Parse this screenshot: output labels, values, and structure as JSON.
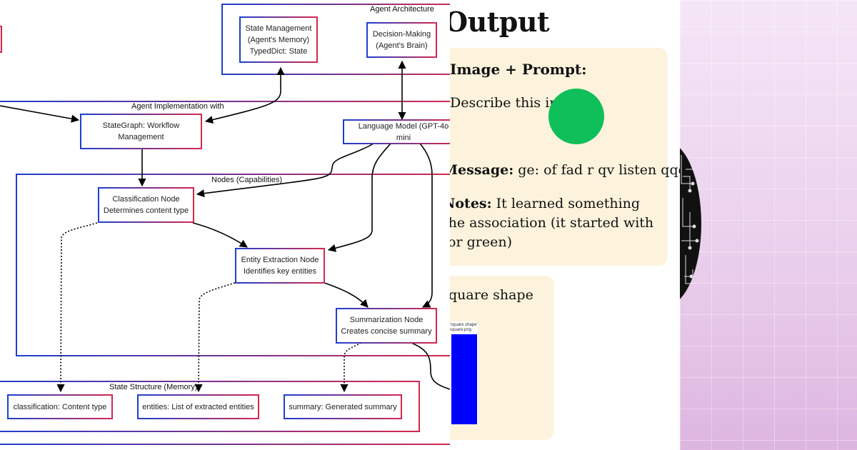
{
  "diagram": {
    "groups": {
      "agent_architecture": "Agent Architecture",
      "agent_implementation": "Agent Implementation with",
      "nodes_capabilities": "Nodes (Capabilities)",
      "state_structure": "State Structure (Memory)"
    },
    "nodes": {
      "state_management": "State Management\n(Agent's Memory)\nTypedDict: State",
      "decision_making": "Decision-Making\n(Agent's Brain)",
      "stategraph": "StateGraph: Workflow\nManagement",
      "language_model": "Language Model (GPT-4o mini",
      "classification_node": "Classification Node\nDetermines content type",
      "entity_extraction_node": "Entity Extraction Node\nIdentifies key entities",
      "summarization_node": "Summarization Node\nCreates concise summary",
      "classification_state": "classification: Content type",
      "entities_state": "entities: List of extracted entities",
      "summary_state": "summary: Generated summary"
    }
  },
  "slide": {
    "title": "Output",
    "card1": {
      "heading": "Image + Prompt:",
      "description": "Describe this image",
      "message_label": "Message:",
      "message_text": "ge: of    fad r qv listen qqqda",
      "notes_label": "Notes:",
      "notes_text": "It learned something\nthe association (it started with\nfor green)"
    },
    "card2": {
      "prompt": "Square shape",
      "file_caption": "'square shape'\nsquare.png"
    }
  },
  "colors": {
    "node_border_start": "#1e3fcf",
    "node_border_end": "#d4284e",
    "card_background": "#fdf3dd",
    "green_circle": "#0fbf5a",
    "blue_square": "#0000ff",
    "background_right": "#ecd6ee"
  }
}
